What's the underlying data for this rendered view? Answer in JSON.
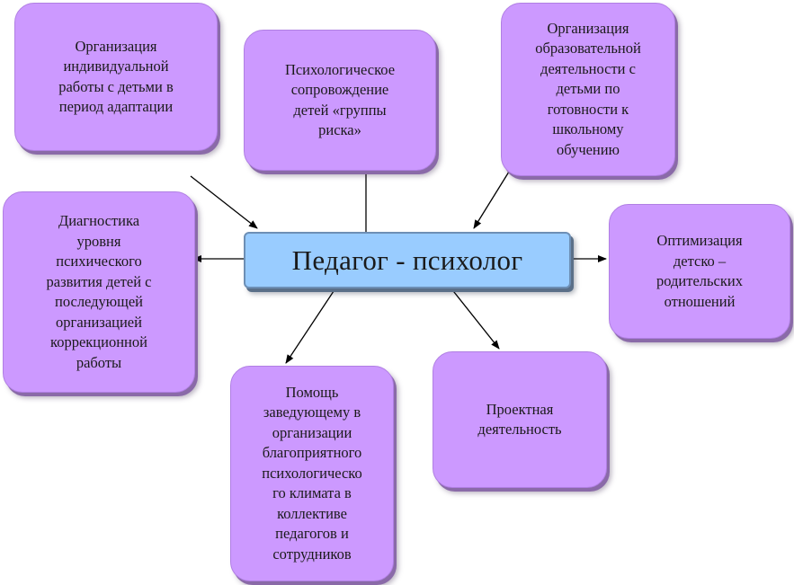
{
  "center": {
    "label": "Педагог - психолог"
  },
  "boxes": {
    "individual_work": "Организация\nиндивидуальной\nработы с детьми  в\nпериод адаптации",
    "risk_group": "Психологическое\nсопровождение\nдетей «группы\nриска»",
    "school_readiness": "Организация\nобразовательной\nдеятельности  с\nдетьми по\nготовности к\nшкольному\nобучению",
    "diagnostics": "Диагностика\nуровня\nпсихического\nразвития детей с\nпоследующей\nорганизацией\nкоррекционной\nработы",
    "parent_relations": "Оптимизация\nдетско –\nродительских\nотношений",
    "head_assistance": "Помощь\nзаведующему в\nорганизации\nблагоприятного\nпсихологическо\nго климата в\nколлективе\nпедагогов и\nсотрудников",
    "projects": "Проектная\nдеятельность"
  },
  "colors": {
    "box_fill": "#cc99ff",
    "center_fill": "#99ccff",
    "arrow": "#000000"
  }
}
